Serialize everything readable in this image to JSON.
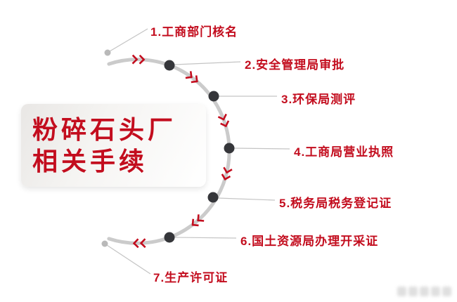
{
  "title": {
    "line1": "粉碎石头厂",
    "line2": "相关手续"
  },
  "steps": [
    {
      "label": "1.工商部门核名"
    },
    {
      "label": "2.安全管理局审批"
    },
    {
      "label": "3.环保局测评"
    },
    {
      "label": "4.工商局营业执照"
    },
    {
      "label": "5.税务局税务登记证"
    },
    {
      "label": "6.国土资源局办理开采证"
    },
    {
      "label": "7.生产许可证"
    }
  ],
  "colors": {
    "accent": "#c30d1e",
    "arc": "#cbcbcb",
    "node": "#35363a",
    "tip": "#b9b9b9",
    "leader": "#c4c4c4"
  }
}
